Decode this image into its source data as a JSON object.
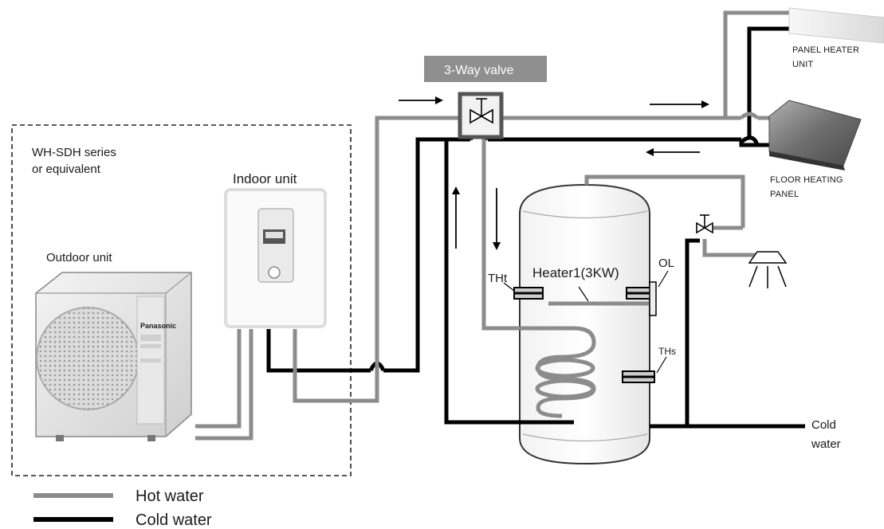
{
  "labels": {
    "valve_title": "3-Way valve",
    "series_line1": "WH-SDH series",
    "series_line2": "or equivalent",
    "indoor_unit": "Indoor unit",
    "outdoor_unit": "Outdoor unit",
    "brand": "Panasonic",
    "panel_heater_line1": "PANEL HEATER",
    "panel_heater_line2": "UNIT",
    "floor_heating_line1": "FLOOR HEATING",
    "floor_heating_line2": "PANEL",
    "tht": "THt",
    "heater": "Heater1(3KW)",
    "ol": "OL",
    "ths": "THs",
    "cold_water_line1": "Cold",
    "cold_water_line2": "water"
  },
  "legend": [
    {
      "label": "Hot water",
      "color": "#8c8c8c"
    },
    {
      "label": "Cold water",
      "color": "#000000"
    }
  ],
  "colors": {
    "hot_pipe": "#8c8c8c",
    "cold_pipe": "#000000",
    "valve_banner": "#8f8f8f"
  }
}
